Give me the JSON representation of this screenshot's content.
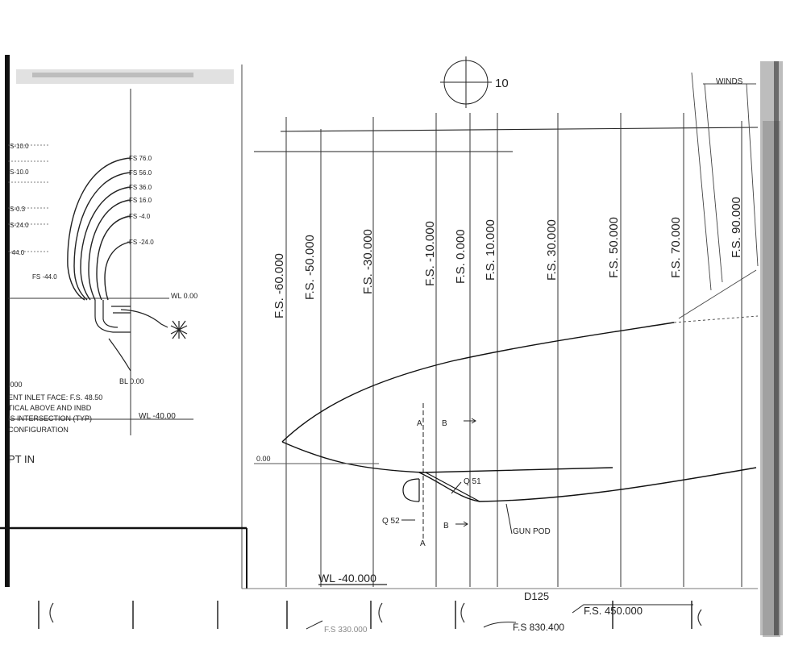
{
  "left_view": {
    "fs_sections": [
      "FS 76.0",
      "FS 56.0",
      "FS 36.0",
      "FS 16.0",
      "FS -4.0",
      "FS -24.0",
      "FS -44.0"
    ],
    "left_margin_labels": [
      "S-10.0",
      "S-10.0",
      "S-0.3",
      "S-24.0",
      "-44.0"
    ],
    "wl_label": "WL 0.00",
    "bl_label": "BL 0.00",
    "wl_neg_label": "WL -40.00",
    "notes": [
      ".000",
      "ENT INLET FACE: F.S. 48.50",
      "TICAL ABOVE AND INBD",
      "IS INTERSECTION (TYP)",
      "CONFIGURATION"
    ],
    "bottom_label": "PT IN"
  },
  "main_view": {
    "station_labels": [
      "F.S. -60.000",
      "F.S. -50.000",
      "F.S. -30.000",
      "F.S. -10.000",
      "F.S. 0.000",
      "F.S. 10.000",
      "F.S. 30.000",
      "F.S. 50.000",
      "F.S. 70.000",
      "F.S. 90.000"
    ],
    "winds_label": "WINDS",
    "scale_marker": "10",
    "section_a_top": "A",
    "section_b_top": "B",
    "section_a_bottom": "A",
    "section_b_bottom": "B",
    "callout_q51": "Q 51",
    "callout_q52": "Q 52",
    "gun_pod_label": "GUN POD",
    "wl_left_value": "0.00",
    "wl_bottom_label": "WL -40.000",
    "dim_d125": "D125",
    "fs_450": "F.S. 450.000",
    "fs_830": "F.S 830.400",
    "fs_partial": "F.S 330.000"
  }
}
